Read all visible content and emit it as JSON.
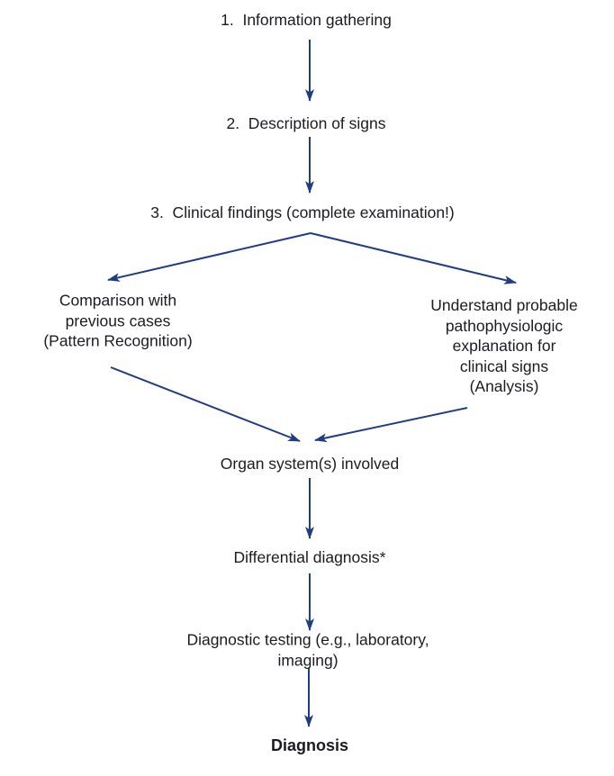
{
  "figure": {
    "type": "flowchart",
    "description": "Clinical diagnostic reasoning flowchart"
  },
  "colors": {
    "arrow": "#1f3d7f",
    "text": "#1b1b22",
    "background": "#ffffff"
  },
  "nodes": {
    "step1": {
      "label": "1.  Information gathering"
    },
    "step2": {
      "label": "2.  Description of signs"
    },
    "step3": {
      "label": "3.  Clinical findings (complete examination!)"
    },
    "comparison": {
      "label": "Comparison with\nprevious cases\n(Pattern Recognition)"
    },
    "understand": {
      "label": "Understand probable\npathophysiologic\nexplanation for\nclinical signs\n(Analysis)"
    },
    "organ": {
      "label": "Organ system(s) involved"
    },
    "differential": {
      "label": "Differential diagnosis*"
    },
    "testing": {
      "label": "Diagnostic testing (e.g., laboratory, imaging)"
    },
    "diagnosis": {
      "label": "Diagnosis"
    }
  },
  "edges": [
    {
      "from": "step1",
      "to": "step2"
    },
    {
      "from": "step2",
      "to": "step3"
    },
    {
      "from": "step3",
      "to": "comparison"
    },
    {
      "from": "step3",
      "to": "understand"
    },
    {
      "from": "comparison",
      "to": "organ"
    },
    {
      "from": "understand",
      "to": "organ"
    },
    {
      "from": "organ",
      "to": "differential"
    },
    {
      "from": "differential",
      "to": "testing"
    },
    {
      "from": "testing",
      "to": "diagnosis"
    }
  ]
}
